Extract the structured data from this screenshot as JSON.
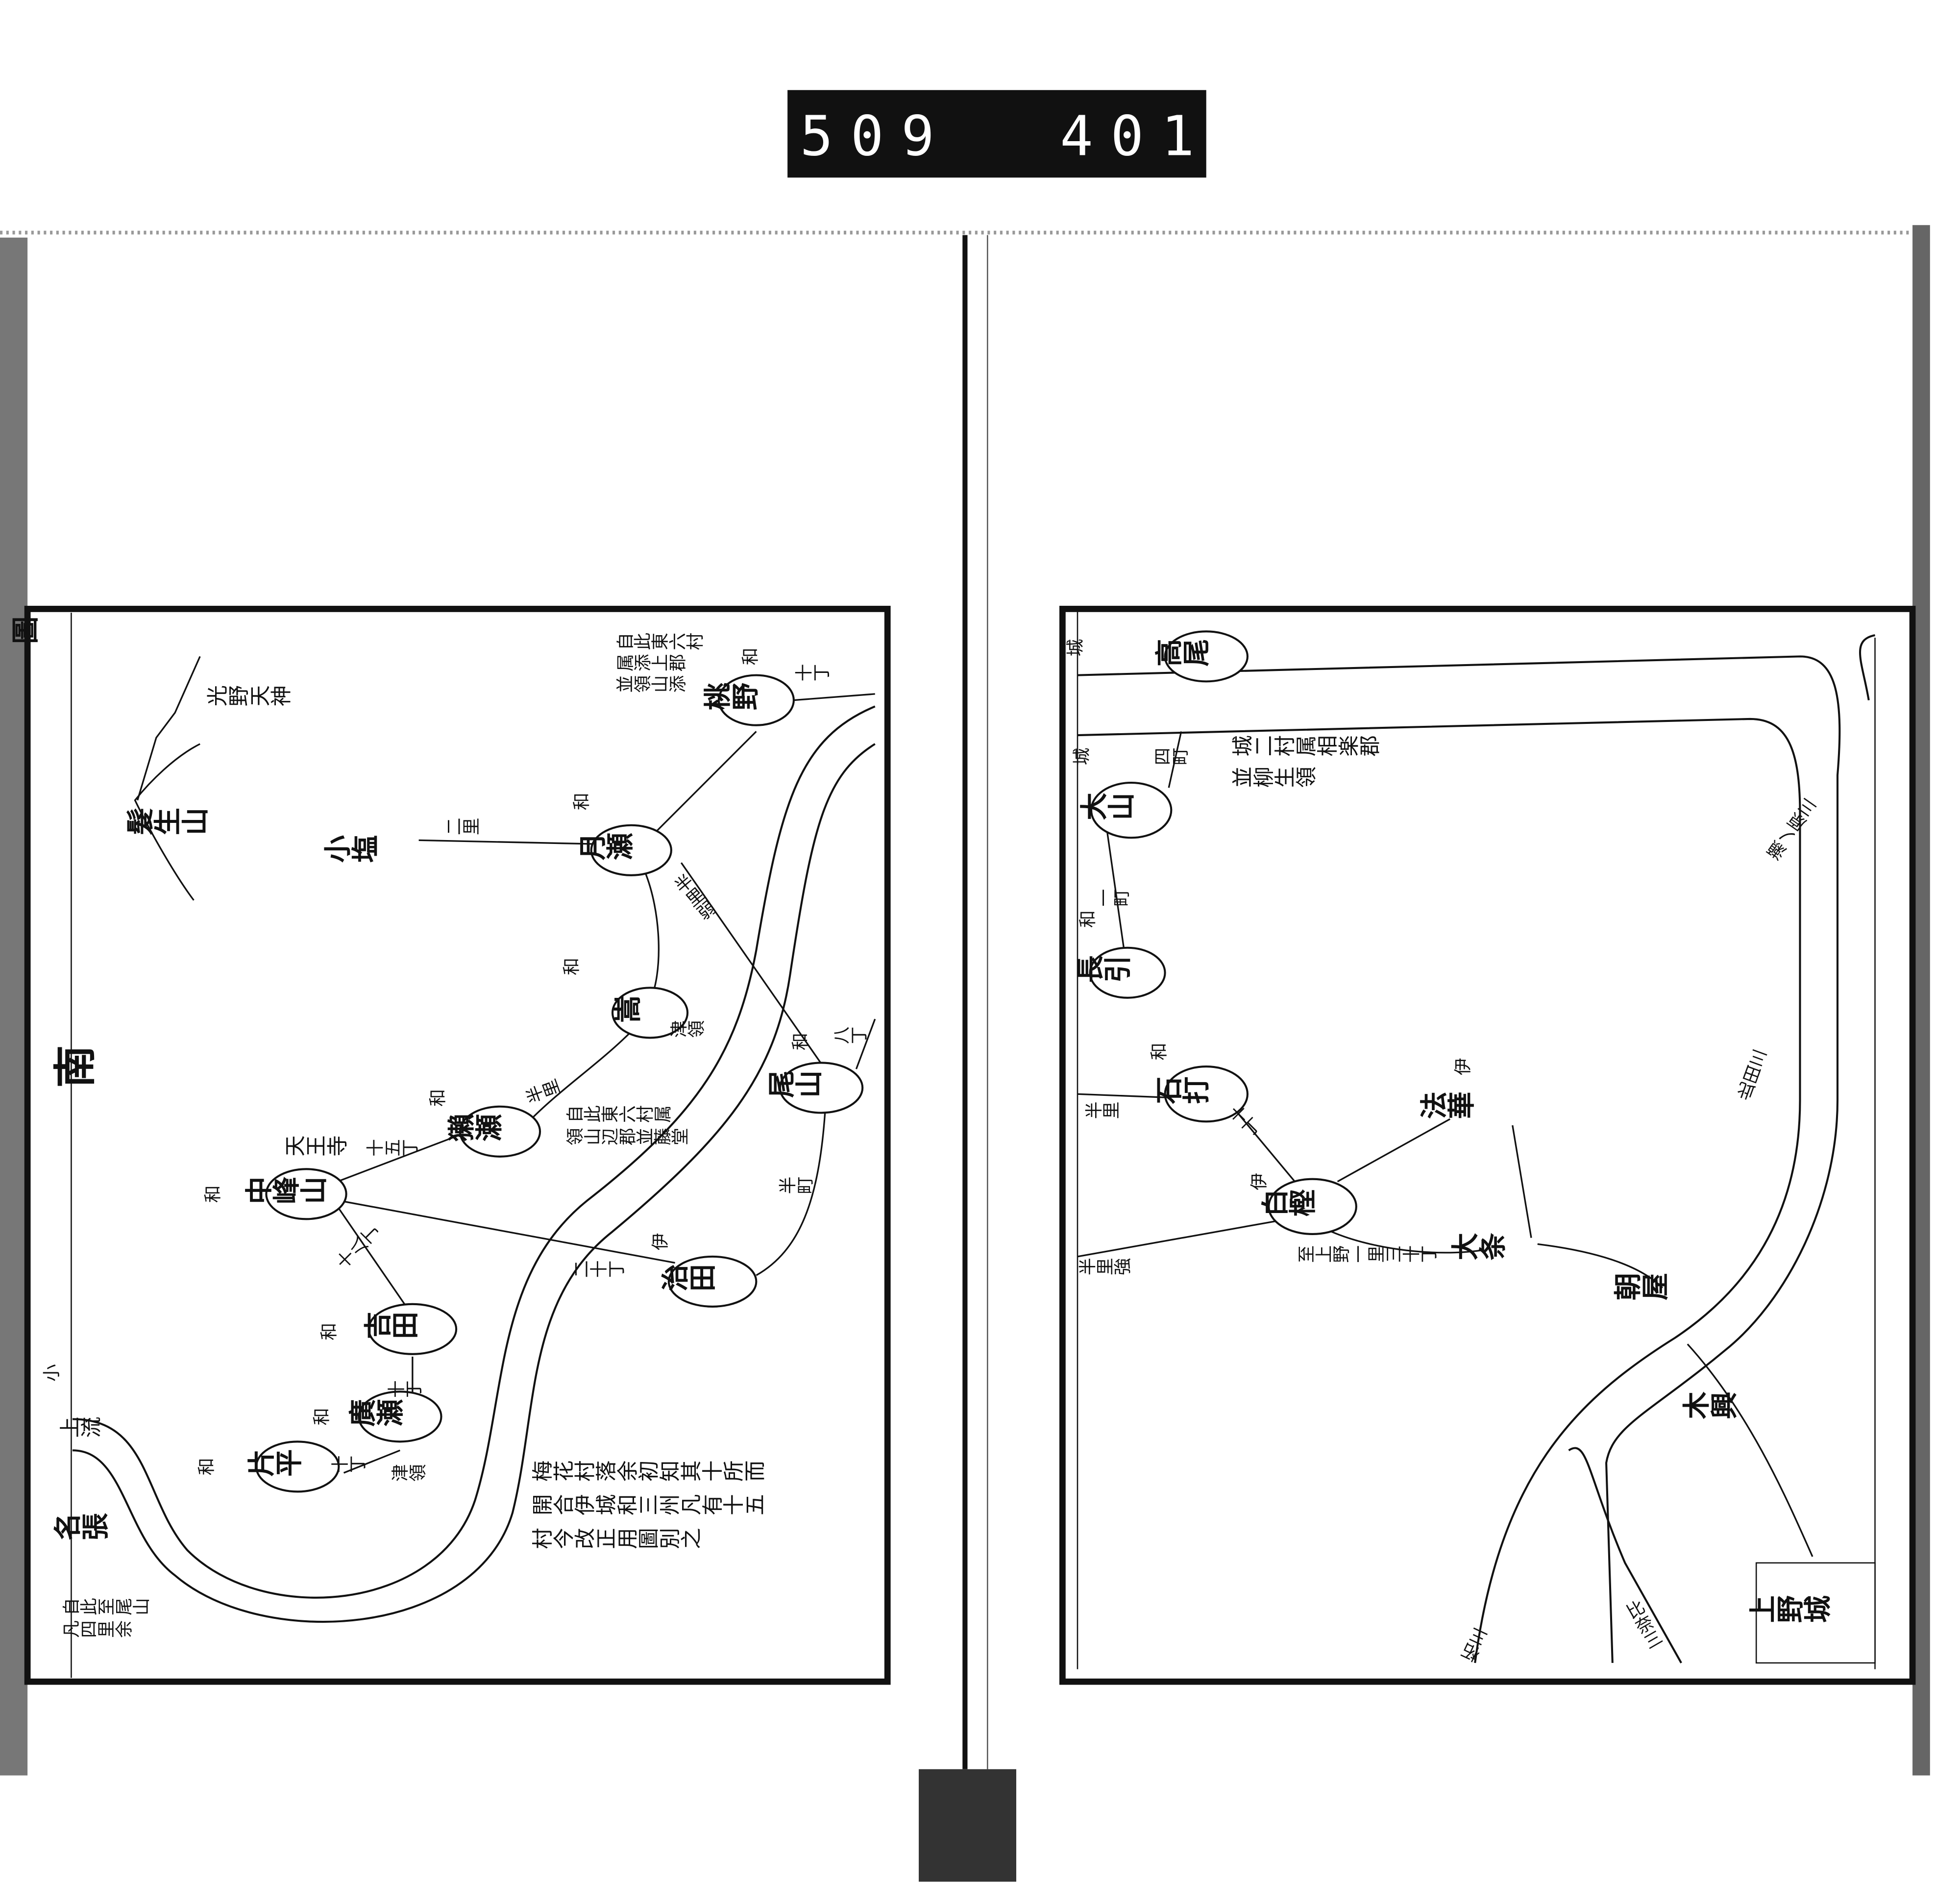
{
  "header": {
    "id_left": "509",
    "id_right": "401."
  },
  "left_map": {
    "corner_mark": "圖",
    "direction": "南",
    "edge_mark": "小",
    "mountain": "髮生山",
    "shrine": "光野天神",
    "upstream": "上流",
    "nabari": "名張",
    "nabari_note": [
      "自此至尾山",
      "凡四里余"
    ],
    "koshio": "小塩",
    "koshio_distance": "二里",
    "villages": [
      {
        "name": "桃野",
        "domain": "和"
      },
      {
        "name": "月瀬",
        "domain": "和"
      },
      {
        "name": "嵩",
        "domain": "和"
      },
      {
        "name": "獺瀬",
        "domain": "和"
      },
      {
        "name": "中峰山",
        "domain": "和"
      },
      {
        "name": "吉田",
        "domain": "和"
      },
      {
        "name": "廣瀬",
        "domain": "和"
      },
      {
        "name": "片平",
        "domain": "和"
      },
      {
        "name": "尾山",
        "domain": "和"
      },
      {
        "name": "治田",
        "domain": "伊"
      }
    ],
    "distances": [
      "十丁",
      "半里弱",
      "半里",
      "十五丁",
      "十八丁",
      "十丁",
      "十丁",
      "二十丁",
      "半町",
      "八丁",
      "天王寺"
    ],
    "tsu_ryo": [
      "津領",
      "津領"
    ],
    "notes_top": [
      "自此東六村",
      "属添上郡",
      "並領山添"
    ],
    "notes_mid": [
      "自此東六村属",
      "領山辺郡並藤堂"
    ],
    "notes_bottom": [
      "梅花村落余初知其十所而",
      "開合伊城和三州凡有十五",
      "村今改正用圖別之"
    ]
  },
  "right_map": {
    "villages": [
      {
        "name": "高尾",
        "domain": "城"
      },
      {
        "name": "大山",
        "domain": "城"
      },
      {
        "name": "長引",
        "domain": "和"
      },
      {
        "name": "石打",
        "domain": "和"
      },
      {
        "name": "白樫",
        "domain": "伊"
      }
    ],
    "places": [
      "法華",
      "大条",
      "朝屋",
      "木興"
    ],
    "place_domain": "伊",
    "castle": "上野城",
    "note": [
      "城二村属相楽郡",
      "並柳生領"
    ],
    "distances": [
      "四町",
      "一町",
      "半里",
      "十丁",
      "半里強",
      "至上野一里三十丁"
    ],
    "roads": [
      "瀬ノ原三",
      "此田三",
      "柘三",
      "比奈三"
    ]
  },
  "colors": {
    "ink": "#111111",
    "paper": "#ffffff"
  }
}
